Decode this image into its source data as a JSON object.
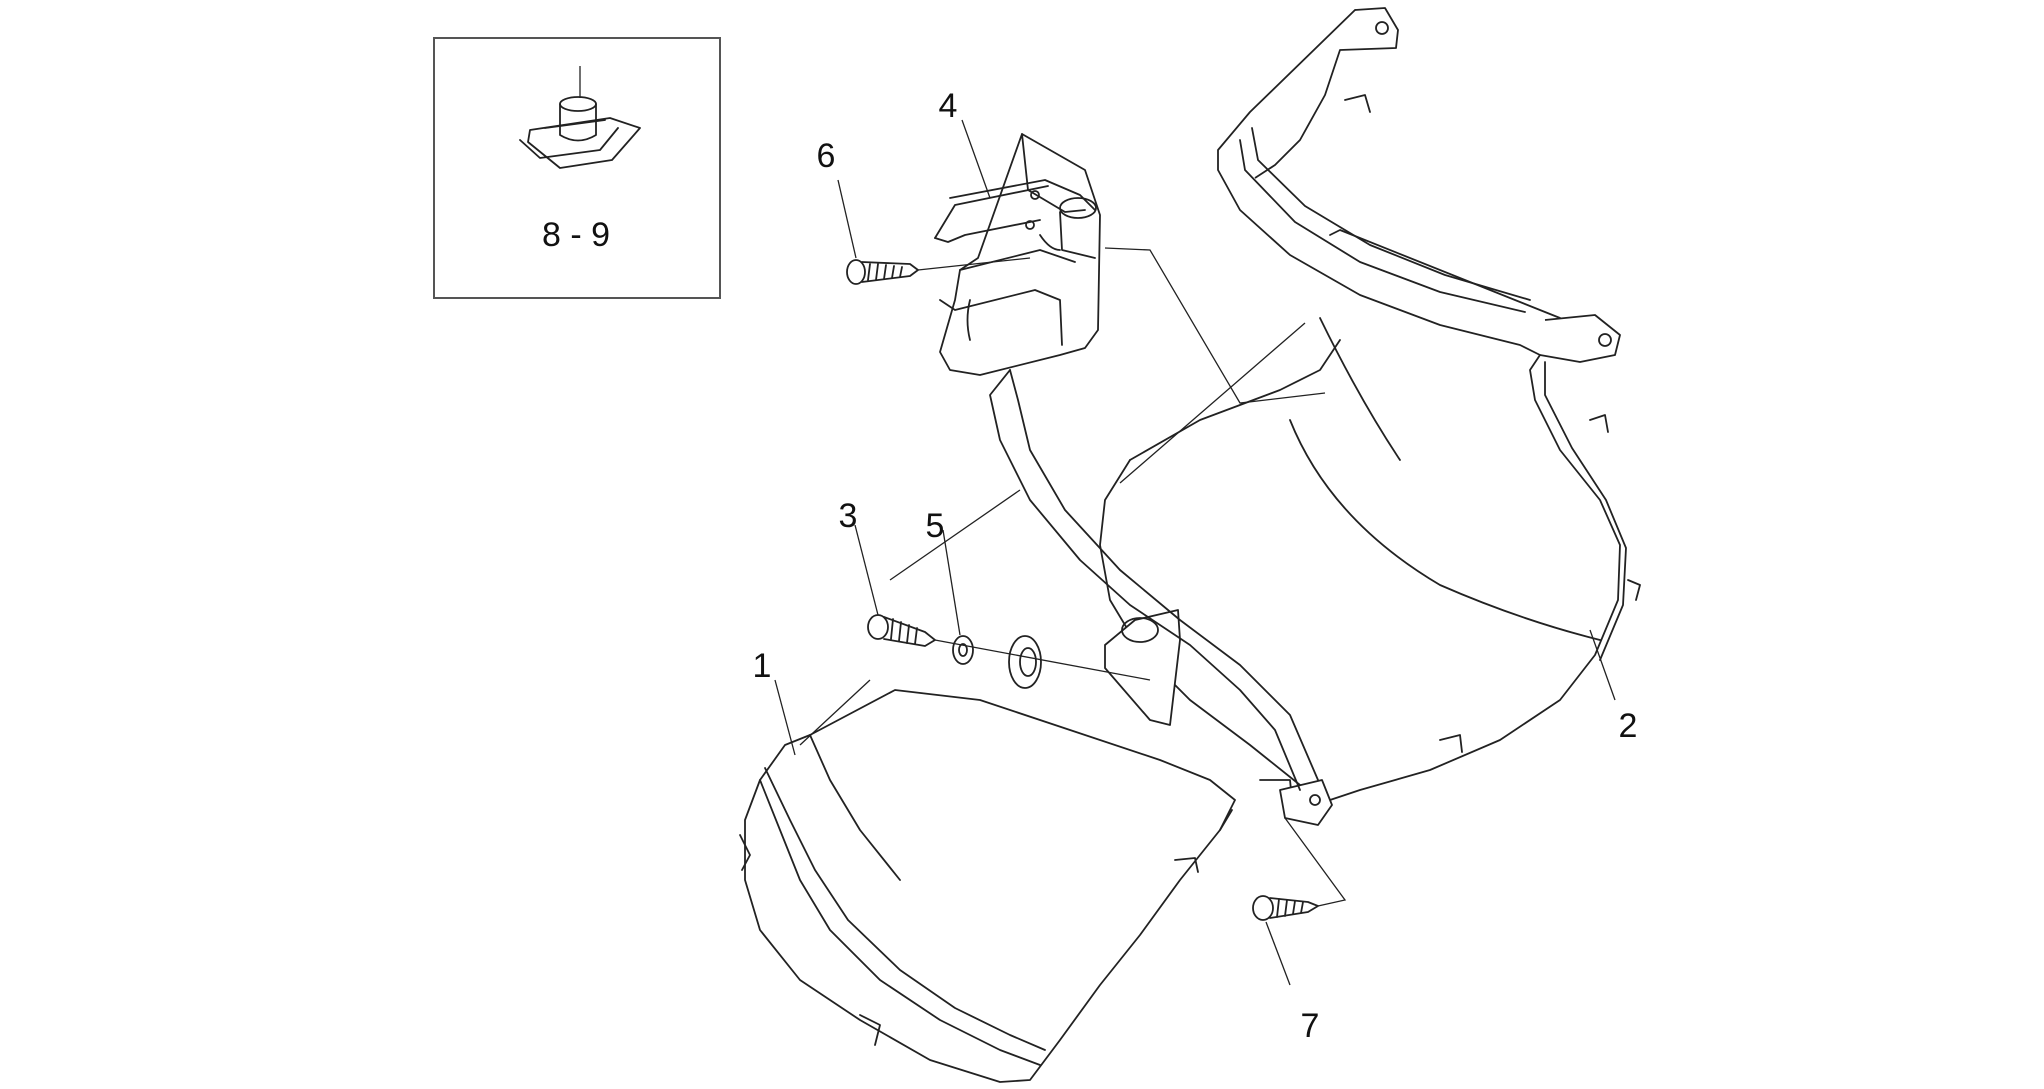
{
  "diagram": {
    "callouts": {
      "c1": "1",
      "c2": "2",
      "c3": "3",
      "c4": "4",
      "c5": "5",
      "c6": "6",
      "c7": "7",
      "c89": "8 - 9"
    }
  }
}
